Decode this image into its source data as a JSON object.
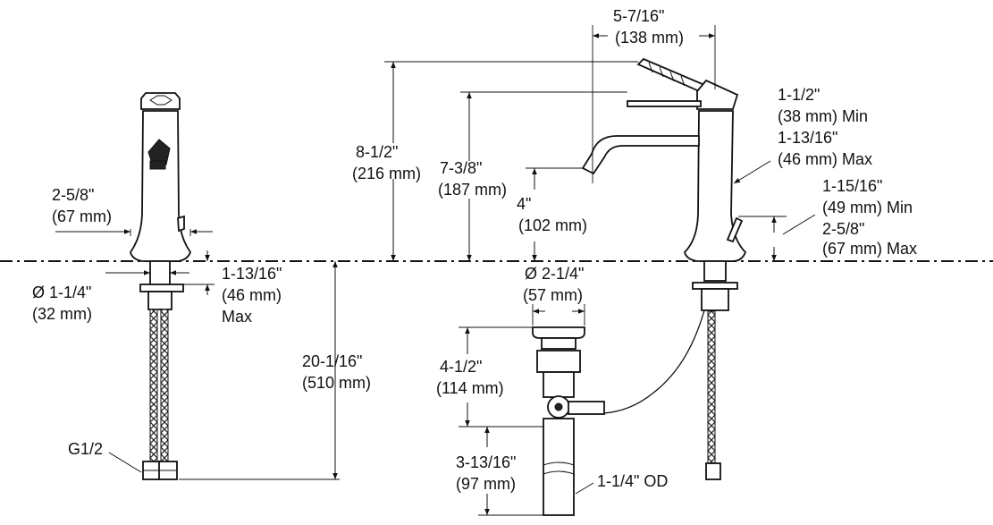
{
  "diagram": {
    "labels": {
      "top_width": [
        "5-7/16\"",
        "(138 mm)"
      ],
      "overall_height": [
        "8-1/2\"",
        "(216 mm)"
      ],
      "spout_height": [
        "7-3/8\"",
        "(187 mm)"
      ],
      "spout_clearance": [
        "4\"",
        "(102 mm)"
      ],
      "handle_range": [
        "1-1/2\"",
        "(38 mm) Min",
        "1-13/16\"",
        "(46 mm) Max"
      ],
      "lift_rod_range": [
        "1-15/16\"",
        "(49 mm) Min",
        "2-5/8\"",
        "(67 mm) Max"
      ],
      "base_width": [
        "2-5/8\"",
        "(67 mm)"
      ],
      "shank_dia": [
        "Ø 1-1/4\"",
        "(32 mm)"
      ],
      "deck_thickness": [
        "1-13/16\"",
        "(46 mm)",
        "Max"
      ],
      "supply_length": [
        "20-1/16\"",
        "(510 mm)"
      ],
      "connection": "G1/2",
      "drain_dia": [
        "Ø 2-1/4\"",
        "(57 mm)"
      ],
      "drain_height": [
        "4-1/2\"",
        "(114 mm)"
      ],
      "tailpiece_length": [
        "3-13/16\"",
        "(97 mm)"
      ],
      "tailpiece_od": "1-1/4\" OD"
    }
  }
}
